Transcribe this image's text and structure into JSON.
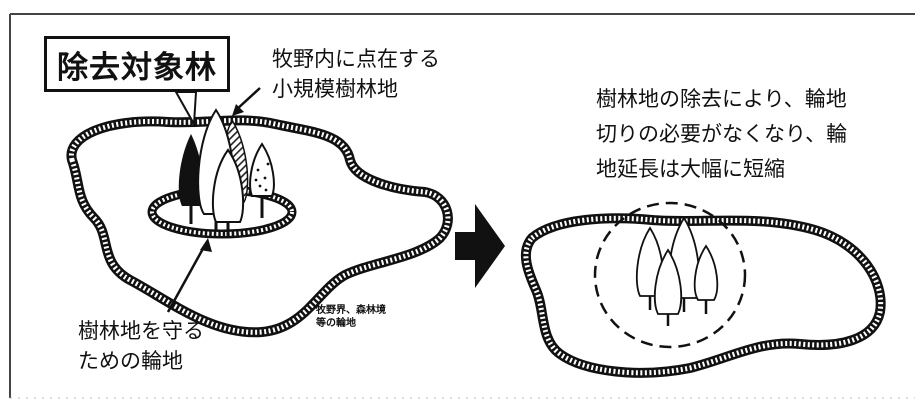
{
  "title_label": "除去対象林",
  "small_forest_label": [
    "牧野内に点在する",
    "小規模樹林地"
  ],
  "protect_ring_label": [
    "樹林地を守る",
    "ための輪地"
  ],
  "boundary_label": [
    "牧野界、森林境",
    "等の輪地"
  ],
  "result_text": [
    "樹林地の除去により、輪地",
    "切りの必要がなくなり、輪",
    "地延長は大幅に短縮"
  ],
  "colors": {
    "ink": "#111111",
    "paper": "#ffffff",
    "frame": "#444444"
  }
}
